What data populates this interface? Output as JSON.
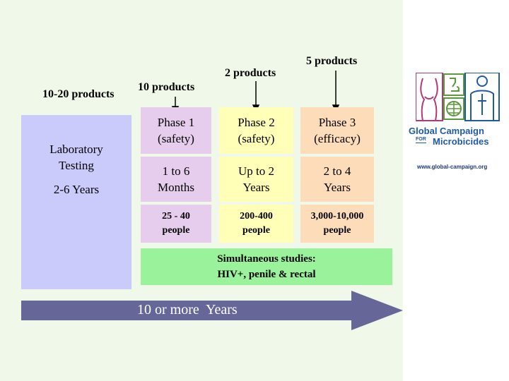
{
  "top_labels": {
    "products_10_20": "10-20 products",
    "products_10": "10 products",
    "products_2": "2 products",
    "products_5": "5 products"
  },
  "lab": {
    "title_line1": "Laboratory",
    "title_line2": "Testing",
    "years": "2-6 Years"
  },
  "phases": [
    {
      "name": "Phase 1",
      "type": "(safety)",
      "duration_a": "1 to 6",
      "duration_b": "Months",
      "people_a": "25 - 40",
      "people_b": "people"
    },
    {
      "name": "Phase 2",
      "type": "(safety)",
      "duration_a": "Up to 2",
      "duration_b": "Years",
      "people_a": "200-400",
      "people_b": "people"
    },
    {
      "name": "Phase 3",
      "type": "(efficacy)",
      "duration_a": "2 to 4",
      "duration_b": "Years",
      "people_a": "3,000-10,000",
      "people_b": "people"
    }
  ],
  "simultaneous": {
    "line1": "Simultaneous studies:",
    "line2": "HIV+, penile & rectal"
  },
  "timeline": "10 or more  Years",
  "logo": {
    "line1": "Global Campaign",
    "for": "FOR",
    "line2": "Microbicides",
    "url": "www.global-campaign.org"
  },
  "colors": {
    "lab": "#cbcbfb",
    "phase1": "#e6cdee",
    "phase2": "#ffffb8",
    "phase3": "#fddcba",
    "simultaneous": "#9af29a",
    "arrow": "#666699",
    "logo_magenta": "#b03a7a",
    "logo_green": "#5a9a3a",
    "logo_blue": "#1f5aa6"
  }
}
